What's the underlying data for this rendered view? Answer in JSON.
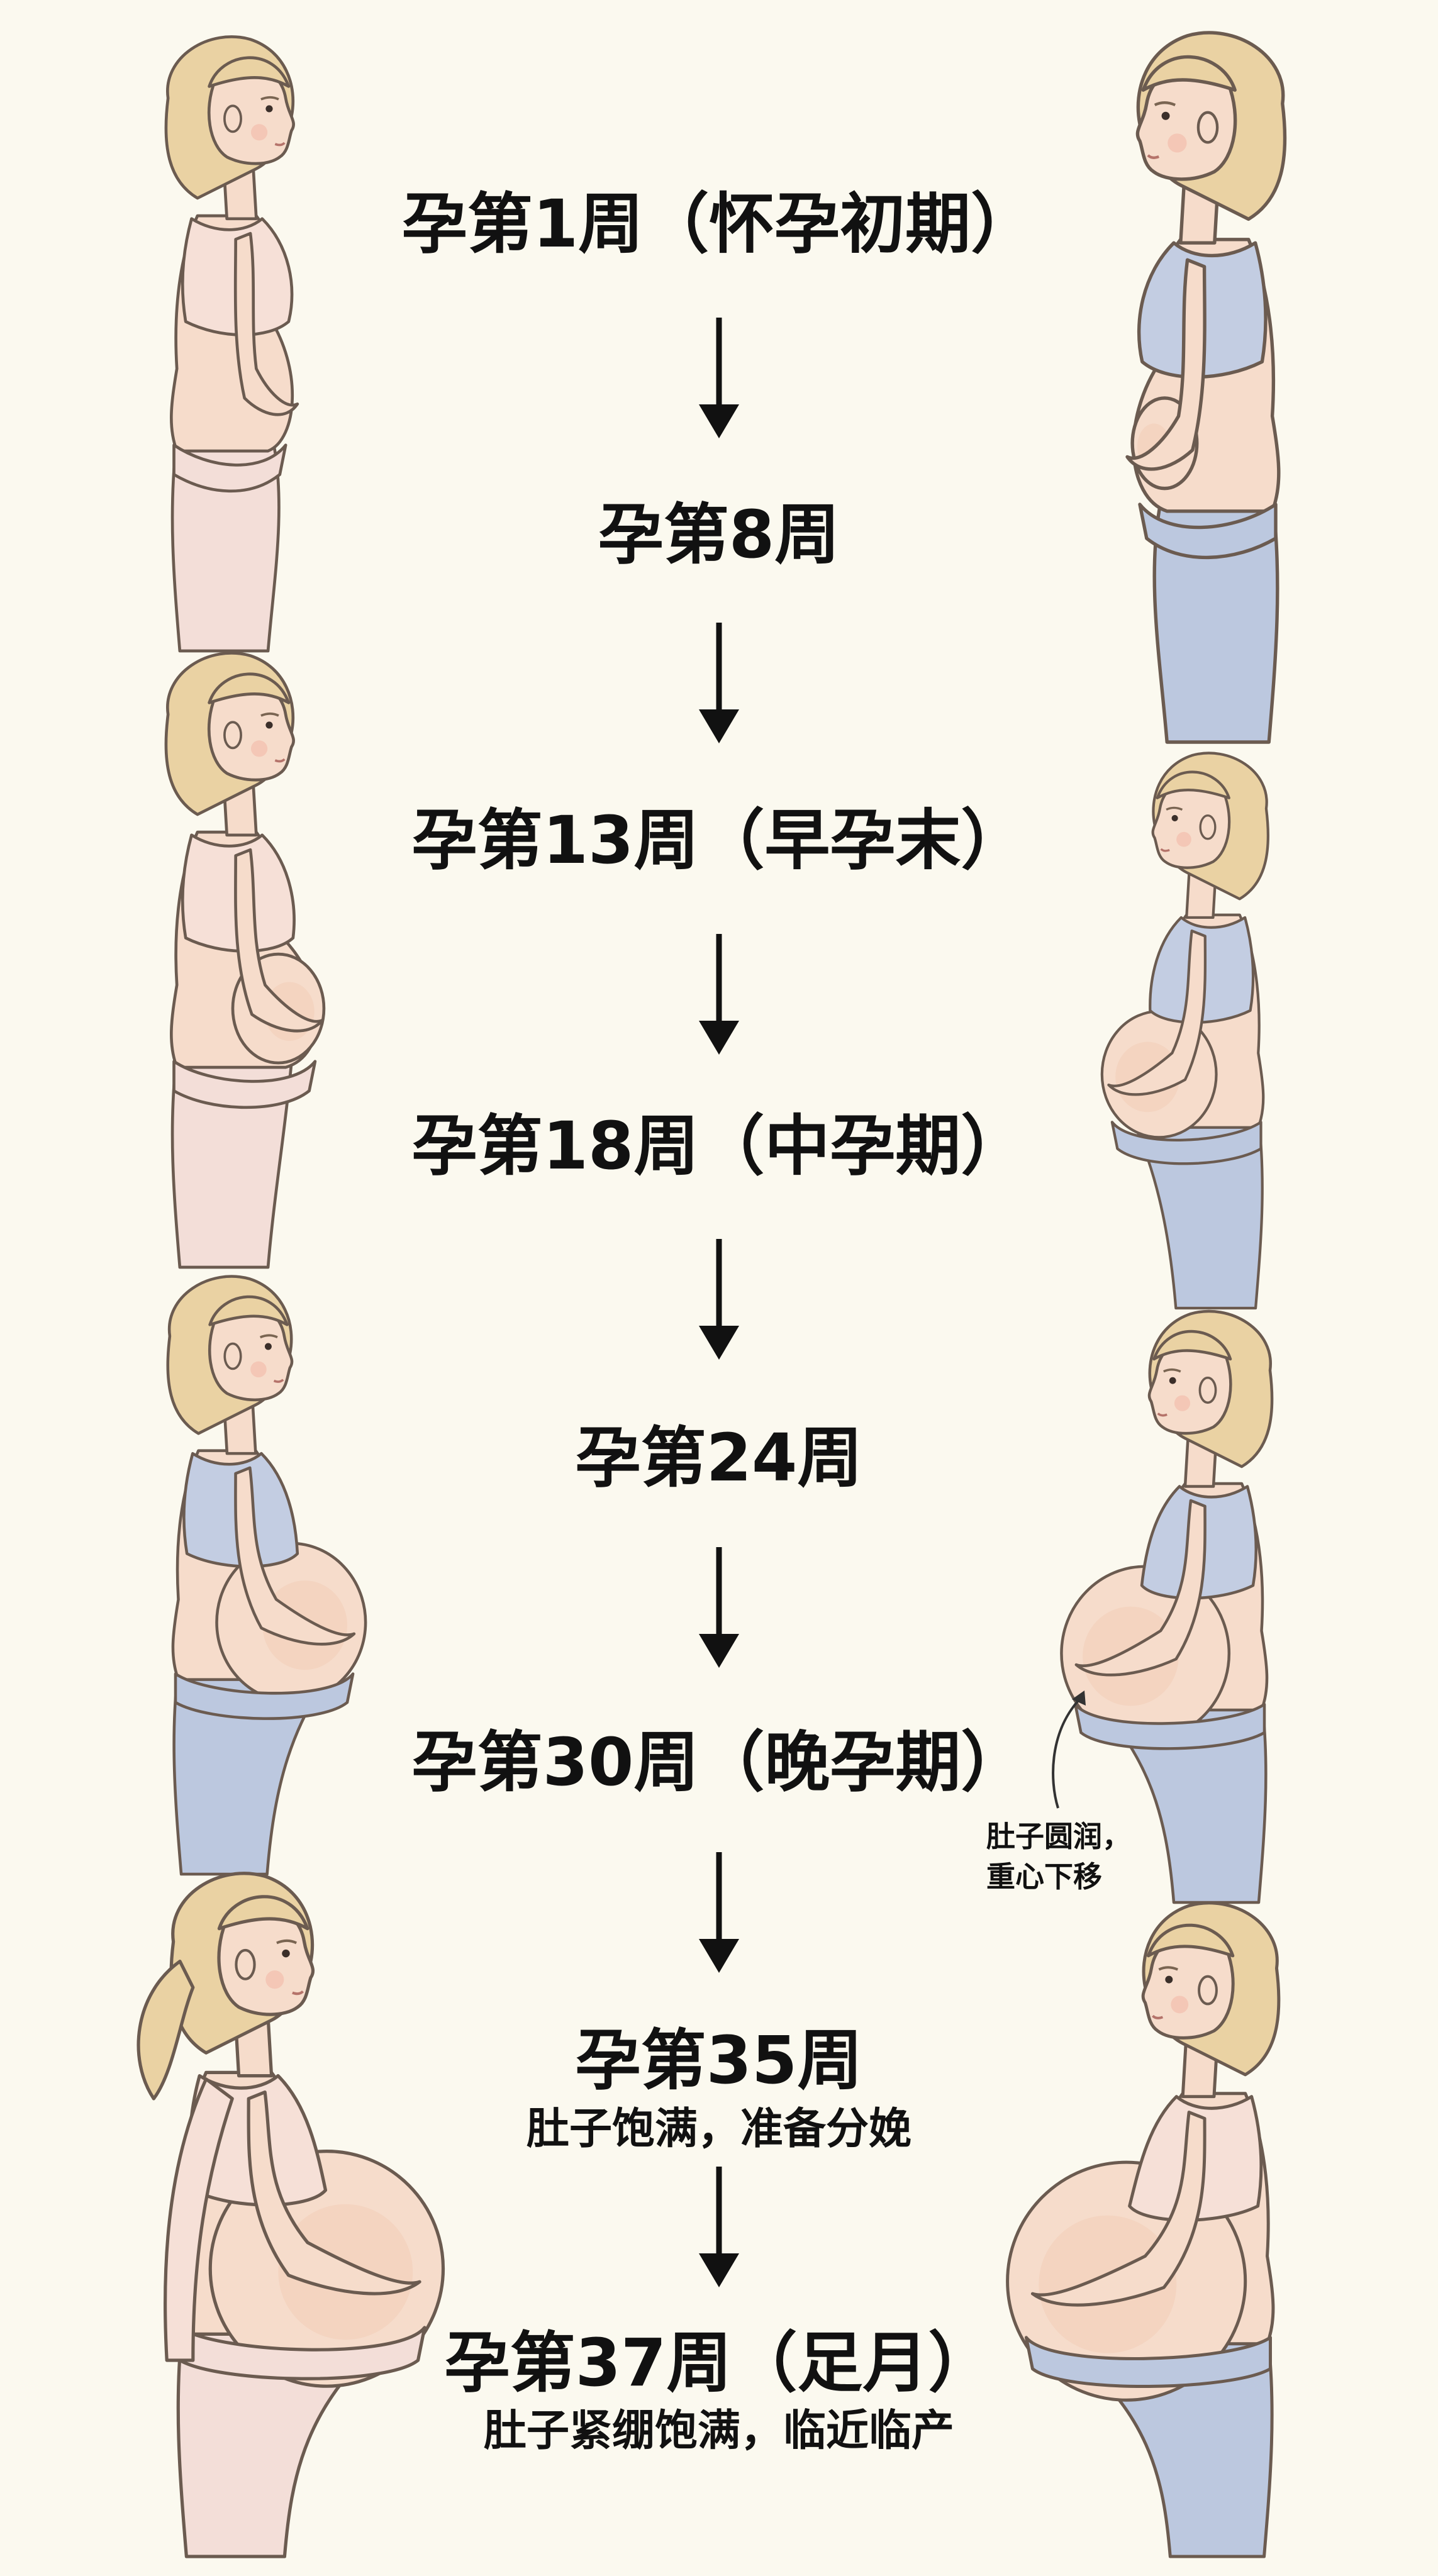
{
  "stages": [
    {
      "title": "孕第1周（怀孕初期）",
      "subtitle": ""
    },
    {
      "title": "孕第8周",
      "subtitle": ""
    },
    {
      "title": "孕第13周（早孕末）",
      "subtitle": ""
    },
    {
      "title": "孕第18周（中孕期）",
      "subtitle": ""
    },
    {
      "title": "孕第24周",
      "subtitle": ""
    },
    {
      "title": "孕第30周（晚孕期）",
      "subtitle": ""
    },
    {
      "title": "孕第35周",
      "subtitle": "肚子饱满，准备分娩"
    },
    {
      "title": "孕第37周（足月）",
      "subtitle": "肚子紧绷饱满，临近临产"
    }
  ],
  "annotation": {
    "line1": "肚子圆润，",
    "line2": "重心下移"
  },
  "figure_colors": {
    "skin": "#f6dccb",
    "hair": "#ead2a3",
    "top_pink": "#f6e0d7",
    "top_blue": "#c3cde2",
    "pants_pink": "#f3ded8",
    "pants_blue": "#bcc8df",
    "outline": "#6b5b50"
  },
  "figures": [
    {
      "side": "left",
      "belly": 0.0,
      "top": "pink",
      "pants": "pink",
      "ponytail": false,
      "sleeves": false
    },
    {
      "side": "right",
      "belly": 0.05,
      "top": "blue",
      "pants": "blue",
      "ponytail": false,
      "sleeves": false
    },
    {
      "side": "left",
      "belly": 0.25,
      "top": "pink",
      "pants": "pink",
      "ponytail": false,
      "sleeves": false
    },
    {
      "side": "right",
      "belly": 0.45,
      "top": "blue",
      "pants": "blue",
      "ponytail": false,
      "sleeves": false
    },
    {
      "side": "left",
      "belly": 0.6,
      "top": "blue",
      "pants": "blue",
      "ponytail": false,
      "sleeves": false
    },
    {
      "side": "right",
      "belly": 0.72,
      "top": "blue",
      "pants": "blue",
      "ponytail": false,
      "sleeves": false
    },
    {
      "side": "left",
      "belly": 0.92,
      "top": "pink",
      "pants": "pink",
      "ponytail": true,
      "sleeves": true
    },
    {
      "side": "right",
      "belly": 1.0,
      "top": "pink",
      "pants": "blue",
      "ponytail": false,
      "sleeves": false
    }
  ]
}
